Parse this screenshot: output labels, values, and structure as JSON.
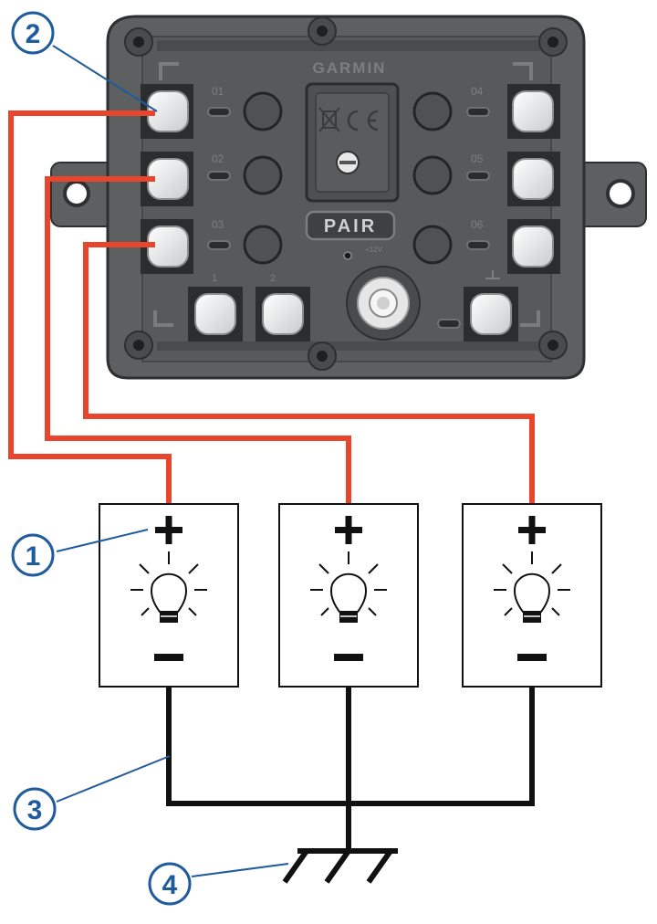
{
  "device": {
    "brand": "GARMIN",
    "pair_label": "PAIR",
    "power_label": "+12V",
    "terminals_left": [
      "01",
      "02",
      "03"
    ],
    "terminals_right": [
      "04",
      "05",
      "06"
    ],
    "bottom_terminals": [
      "1",
      "2"
    ]
  },
  "callouts": [
    "1",
    "2",
    "3",
    "4"
  ],
  "lamps": [
    {
      "plus": "+",
      "minus": "−"
    },
    {
      "plus": "+",
      "minus": "−"
    },
    {
      "plus": "+",
      "minus": "−"
    }
  ],
  "colors": {
    "housing": "#5e5f61",
    "housing_dark": "#3b3c3e",
    "wire_positive": "#e8452c",
    "wire_ground": "#111111",
    "callout_blue": "#1f5c9e",
    "callout_fill": "#ffffff"
  }
}
